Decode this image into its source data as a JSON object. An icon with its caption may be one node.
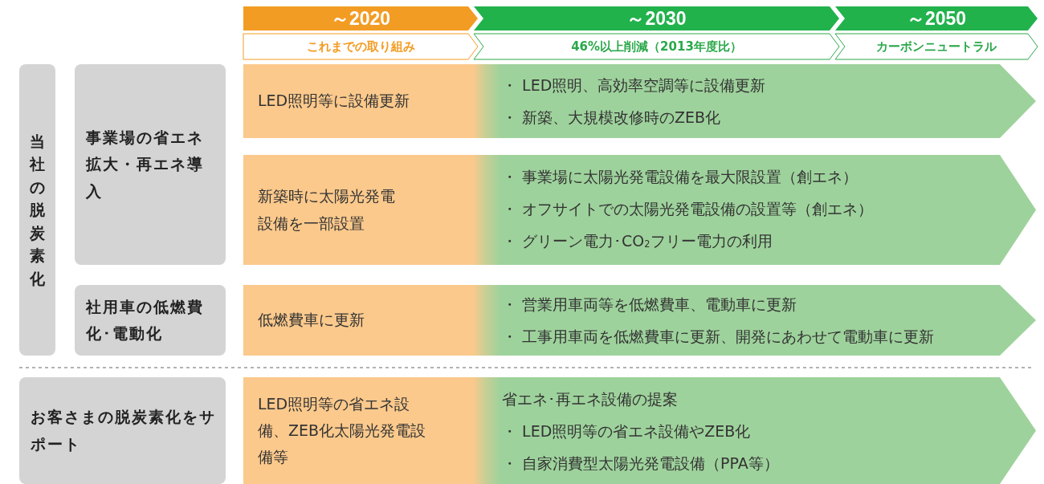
{
  "diagram": {
    "nodes": [
      {
        "text": [
          "～2020"
        ]
      },
      {
        "text": [
          "これまでの取り組み"
        ]
      },
      {
        "text": [
          "～2030"
        ]
      },
      {
        "text": [
          "46%以上削減（2013年度比）"
        ]
      },
      {
        "text": [
          "～2050"
        ]
      },
      {
        "text": [
          "カーボンニュートラル"
        ]
      },
      {
        "text": [
          "当社の脱炭素化"
        ]
      },
      {
        "text": [
          "事業場の省エネ拡大・再エネ導入"
        ]
      },
      {
        "text": [
          "LED照明等に設備更新",
          "・ LED照明、高効率空調等に設備更新",
          "・ 新築、大規模改修時のZEB化"
        ]
      },
      {
        "text": [
          "新築時に太陽光発電設備を一部設置",
          "・ 事業場に太陽光発電設備を最大限設置（創エネ）",
          "・ オフサイトでの太陽光発電設備の設置等（創エネ）",
          "・ グリーン電力･CO$_{2}$フリー電力の利用"
        ]
      },
      {
        "text": [
          "社用車の低燃費化･電動化"
        ]
      },
      {
        "text": [
          "低燃費車に更新",
          "・ 営業用車両等を低燃費車、電動車に更新",
          "・ 工事用車両を低燃費車に更新、開発にあわせて電動車に更新"
        ]
      },
      {
        "text": [
          "お客さまの脱炭素化をサポート"
        ]
      },
      {
        "text": [
          "LED照明等の省エネ設備、ZEB化太陽光発電設備等",
          "省エネ･再エネ設備の提案",
          "・ LED照明等の省エネ設備やZEB化",
          "・ 自家消費型太陽光発電設備（PPA等）"
        ]
      }
    ]
  }
}
